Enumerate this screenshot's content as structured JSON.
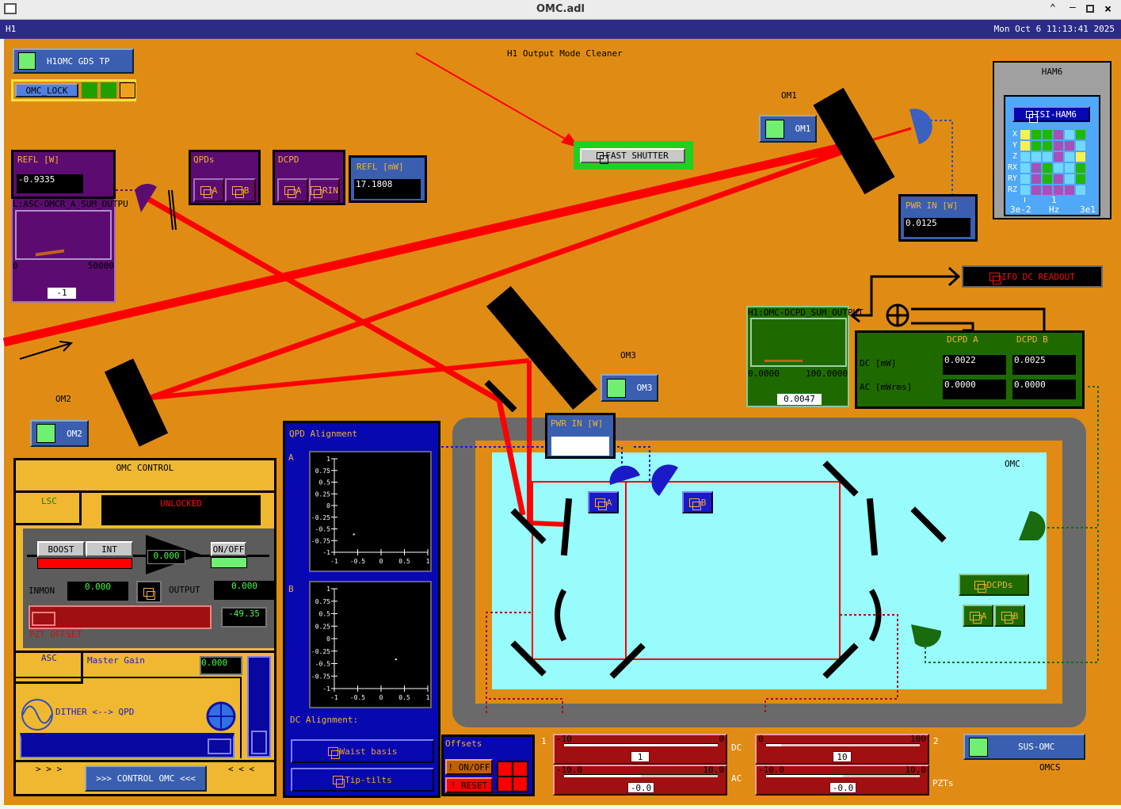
{
  "window": {
    "title": "OMC.adl"
  },
  "header": {
    "site": "H1",
    "datetime": "Mon Oct  6 11:13:41 2025"
  },
  "title": "H1 Output Mode Cleaner",
  "gds_tp": {
    "label": "H1OMC GDS TP"
  },
  "omc_lock": {
    "label": "OMC_LOCK"
  },
  "refl_w": {
    "label": "REFL [W]",
    "value": "-0.9335"
  },
  "refl_meter": {
    "channel": "L:ASC-OMCR_A_SUM_OUTPU",
    "min": "0",
    "max": "50000",
    "value": "-1"
  },
  "qpds": {
    "label": "QPDs",
    "a": "A",
    "b": "B"
  },
  "dcpd": {
    "label": "DCPD",
    "a": "A",
    "b": "RIN"
  },
  "refl_mw": {
    "label": "REFL [mW]",
    "value": "17.1808"
  },
  "fast_shutter": {
    "label": "FAST SHUTTER"
  },
  "om1": {
    "label": "OM1",
    "button": "OM1"
  },
  "om2": {
    "label": "OM2",
    "button": "OM2"
  },
  "om3": {
    "label": "OM3",
    "button": "OM3"
  },
  "ham6": {
    "label": "HAM6",
    "button": "ISI-HAM6",
    "rows": [
      "X",
      "Y",
      "Z",
      "RX",
      "RY",
      "RZ"
    ],
    "grid": [
      [
        "#f8f050",
        "#20b800",
        "#20b800",
        "#a850b8",
        "#70d8f8",
        "#20b800"
      ],
      [
        "#f8f050",
        "#20b800",
        "#20b800",
        "#a850b8",
        "#a850b8",
        "#70d8f8"
      ],
      [
        "#70d8f8",
        "#70d8f8",
        "#70d8f8",
        "#a850b8",
        "#70d8f8",
        "#f8f050"
      ],
      [
        "#70d8f8",
        "#a850b8",
        "#20b800",
        "#70d8f8",
        "#70d8f8",
        "#20b800"
      ],
      [
        "#70d8f8",
        "#a850b8",
        "#20b800",
        "#a850b8",
        "#70d8f8",
        "#20b800"
      ],
      [
        "#70d8f8",
        "#a850b8",
        "#a850b8",
        "#a850b8",
        "#a850b8",
        "#70d8f8"
      ]
    ],
    "axis_left": "3e-2",
    "axis_mid": "1",
    "axis_unit": "Hz",
    "axis_right": "3e1"
  },
  "pwr_in": {
    "label": "PWR IN [W]",
    "value": "0.0125"
  },
  "pwr_in_small": {
    "label": "PWR IN [W]",
    "value": ""
  },
  "ifo_dc": {
    "label": "IFO DC READOUT"
  },
  "dcpd_meter": {
    "channel": "H1:OMC-DCPD_SUM_OUTPUT",
    "min": "0.0000",
    "max": "100.0000",
    "value": "0.0047"
  },
  "dcpd_table": {
    "col_a": "DCPD A",
    "col_b": "DCPD B",
    "row_dc": "DC [mW]",
    "row_ac": "AC [mWrms]",
    "dc_a": "0.0022",
    "dc_b": "0.0025",
    "ac_a": "0.0000",
    "ac_b": "0.0000"
  },
  "omc_control": {
    "title": "OMC CONTROL",
    "lsc": "LSC",
    "state": "UNLOCKED",
    "boost": "BOOST",
    "int": "INT",
    "gain": "0.000",
    "onoff": "ON/OFF",
    "inmon_label": "INMON",
    "inmon": "0.000",
    "output_label": "OUTPUT",
    "output": "0.000",
    "pzt_value": "-49.35",
    "pzt_label": "PZT OFFSET",
    "asc": "ASC",
    "master_gain_label": "Master Gain",
    "master_gain": "0.000",
    "dither": "DITHER <--> QPD",
    "left_arrows": "> > >",
    "right_arrows": "< < <",
    "control_button": ">>> CONTROL OMC <<<"
  },
  "qpd_align": {
    "title": "QPD Alignment",
    "a": "A",
    "b": "B",
    "yticks": [
      "1",
      "0.75",
      "0.5",
      "0.25",
      "0",
      "-0.25",
      "-0.5",
      "-0.75",
      "-1"
    ],
    "xticks": [
      "-1",
      "-0.5",
      "0",
      "0.5",
      "1"
    ],
    "point_a": [
      -0.6,
      -0.6
    ],
    "point_b": [
      0.3,
      -0.4
    ],
    "dc_label": "DC Alignment:",
    "waist": "Waist basis",
    "tiptilts": "Tip-tilts"
  },
  "omc": {
    "label": "OMC",
    "qpd_a": "A",
    "qpd_b": "B",
    "dcpds": "DCPDs",
    "dcpd_a": "A",
    "dcpd_b": "B"
  },
  "offsets": {
    "label": "Offsets",
    "onoff": "! ON/OFF",
    "reset": "! RESET"
  },
  "sliders": {
    "n1": "1",
    "n2": "2",
    "dc": "DC",
    "ac": "AC",
    "pzts": "PZTs",
    "s1dc": {
      "min": "-10",
      "max": "0",
      "value": "1"
    },
    "s1ac": {
      "min": "-10.0",
      "max": "10.0",
      "value": "-0.0"
    },
    "s2dc": {
      "min": "0",
      "max": "100",
      "value": "10"
    },
    "s2ac": {
      "min": "-10.0",
      "max": "10.0",
      "value": "-0.0"
    }
  },
  "sus_omc": {
    "label": "SUS-OMC",
    "sub": "OMCS"
  }
}
